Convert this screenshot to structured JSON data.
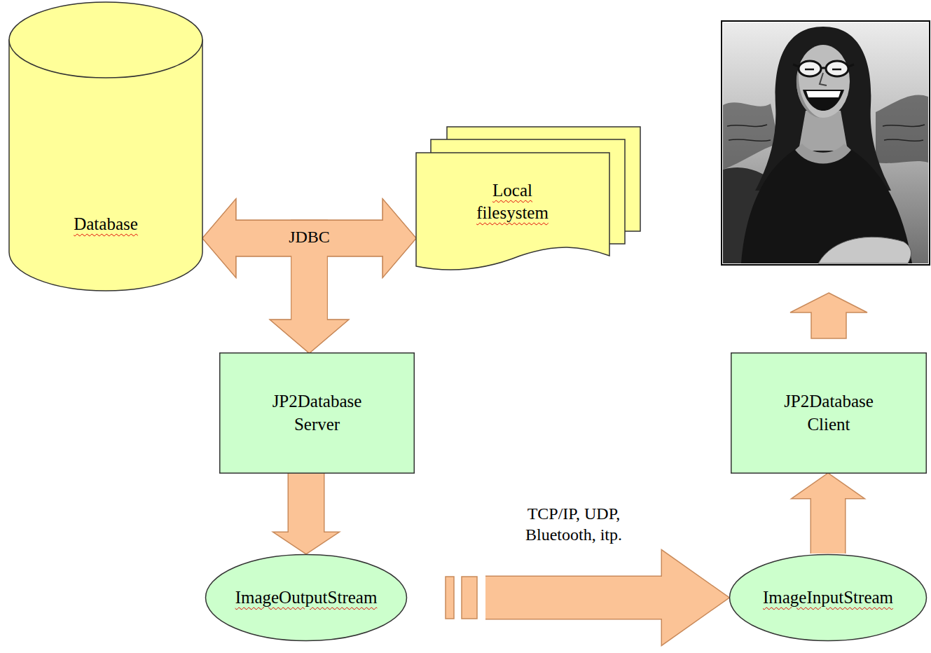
{
  "diagram": {
    "nodes": [
      {
        "text": [
          "Database"
        ]
      },
      {
        "text": [
          "Local filesystem"
        ]
      },
      {
        "text": [
          "JP2Database Server"
        ]
      },
      {
        "text": [
          "JP2Database Client"
        ]
      },
      {
        "text": [
          "ImageOutputStream"
        ]
      },
      {
        "text": [
          "ImageInputStream"
        ]
      }
    ],
    "edges": [
      {
        "from": 0,
        "to": 1,
        "arrow": "both",
        "label": "JDBC"
      },
      {
        "from": 0,
        "to": 2,
        "arrow": "both"
      },
      {
        "from": 1,
        "to": 2,
        "arrow": "both"
      },
      {
        "from": 2,
        "to": 4,
        "arrow": "to"
      },
      {
        "from": 4,
        "to": 5,
        "arrow": "to",
        "label": "TCP/IP, UDP, Bluetooth, itp."
      },
      {
        "from": 5,
        "to": 3,
        "arrow": "to"
      }
    ]
  }
}
